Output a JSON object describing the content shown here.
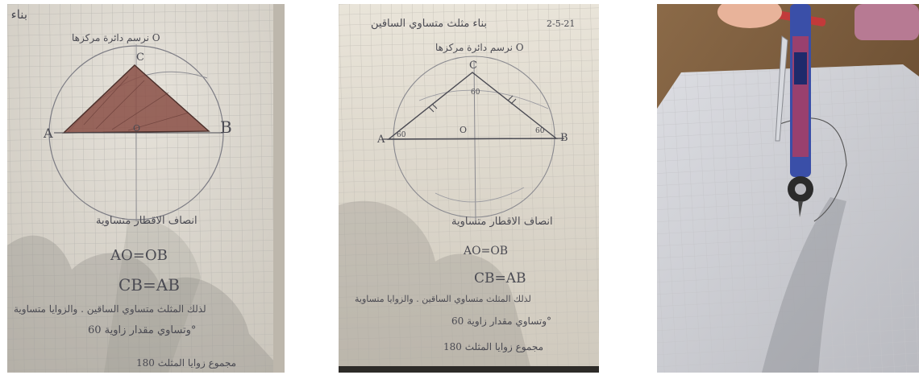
{
  "panels": [
    {
      "title": "بناء مثلث متساوي الساقين",
      "subtitle": "نرسم دائرة مركزها O",
      "points": {
        "a": "A",
        "b": "B",
        "c": "C",
        "o": "O"
      },
      "note": "انصاف الاقطار متساوية",
      "eq1": "AO=OB",
      "eq2": "CB=AB",
      "line1": "لذلك المثلث متساوي الساقين . والزوايا متساوية",
      "line2": "وتساوي مقدار زاوية 60°",
      "line3": "مجموع زوايا المثلث 180"
    },
    {
      "date": "2-5-21",
      "title": "بناء مثلث متساوي الساقين",
      "subtitle": "نرسم دائرة مركزها O",
      "points": {
        "a": "A",
        "b": "B",
        "c": "C",
        "o": "O"
      },
      "angle_a": "60",
      "angle_b": "60",
      "angle_c": "60",
      "note": "انصاف الاقطار متساوية",
      "eq1": "AO=OB",
      "eq2": "CB=AB",
      "line1": "لذلك المثلث متساوي الساقين . والزوايا متساوية",
      "line2": "وتساوي مقدار زاوية 60°",
      "line3": "مجموع زوايا المثلث 180"
    },
    {
      "scene": "compass drawing on graph paper"
    }
  ],
  "colors": {
    "paper1": "#dcd8d0",
    "paper2": "#e2ddd3",
    "pencil": "#4a4a52",
    "fill": "#8a4f45",
    "table": "#7a5a3a"
  }
}
